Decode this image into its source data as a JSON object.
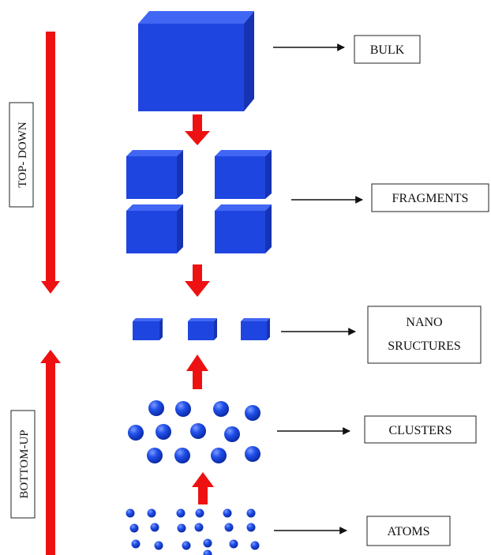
{
  "labels": {
    "bulk": "BULK",
    "fragments": "FRAGMENTS",
    "nano_line1": "NANO",
    "nano_line2": "SRUCTURES",
    "clusters": "CLUSTERS",
    "atoms": "ATOMS",
    "top_down": "TOP- DOWN",
    "bottom_up": "BOTTOM-UP"
  },
  "colors": {
    "cube_front": "#1f45e0",
    "cube_top": "#3d63f2",
    "cube_side": "#1533b3",
    "sphere": "#1f4fe6",
    "arrow_red": "#ee1111",
    "pointer": "#111111"
  },
  "icons": [
    "cube-icon",
    "sphere-icon",
    "red-arrow-icon",
    "pointer-arrow-icon"
  ]
}
